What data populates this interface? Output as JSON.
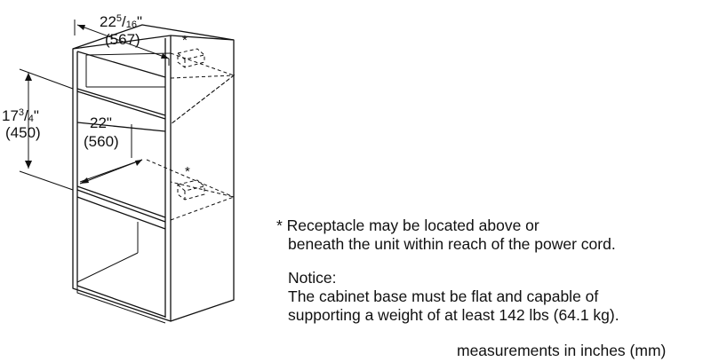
{
  "dimensions": {
    "top_width": {
      "whole": "22",
      "num": "5",
      "den": "16",
      "unit": "\"",
      "mm": "(567)"
    },
    "inner_width": {
      "inches": "22\"",
      "mm": "(560)"
    },
    "height": {
      "whole": "17",
      "num": "3",
      "den": "4",
      "unit": "\"",
      "mm": "(450)"
    }
  },
  "markers": {
    "star_top": "*",
    "star_bottom": "*"
  },
  "notes": {
    "receptacle_line1": "* Receptacle may be located above or",
    "receptacle_line2": "beneath the unit within reach of the power cord.",
    "notice_title": "Notice:",
    "notice_line1": "The cabinet base must be flat and capable of",
    "notice_line2": "supporting a weight of at least 142 lbs (64.1 kg)."
  },
  "units_caption": "measurements in inches (mm)",
  "colors": {
    "line": "#111111",
    "background": "#ffffff"
  }
}
